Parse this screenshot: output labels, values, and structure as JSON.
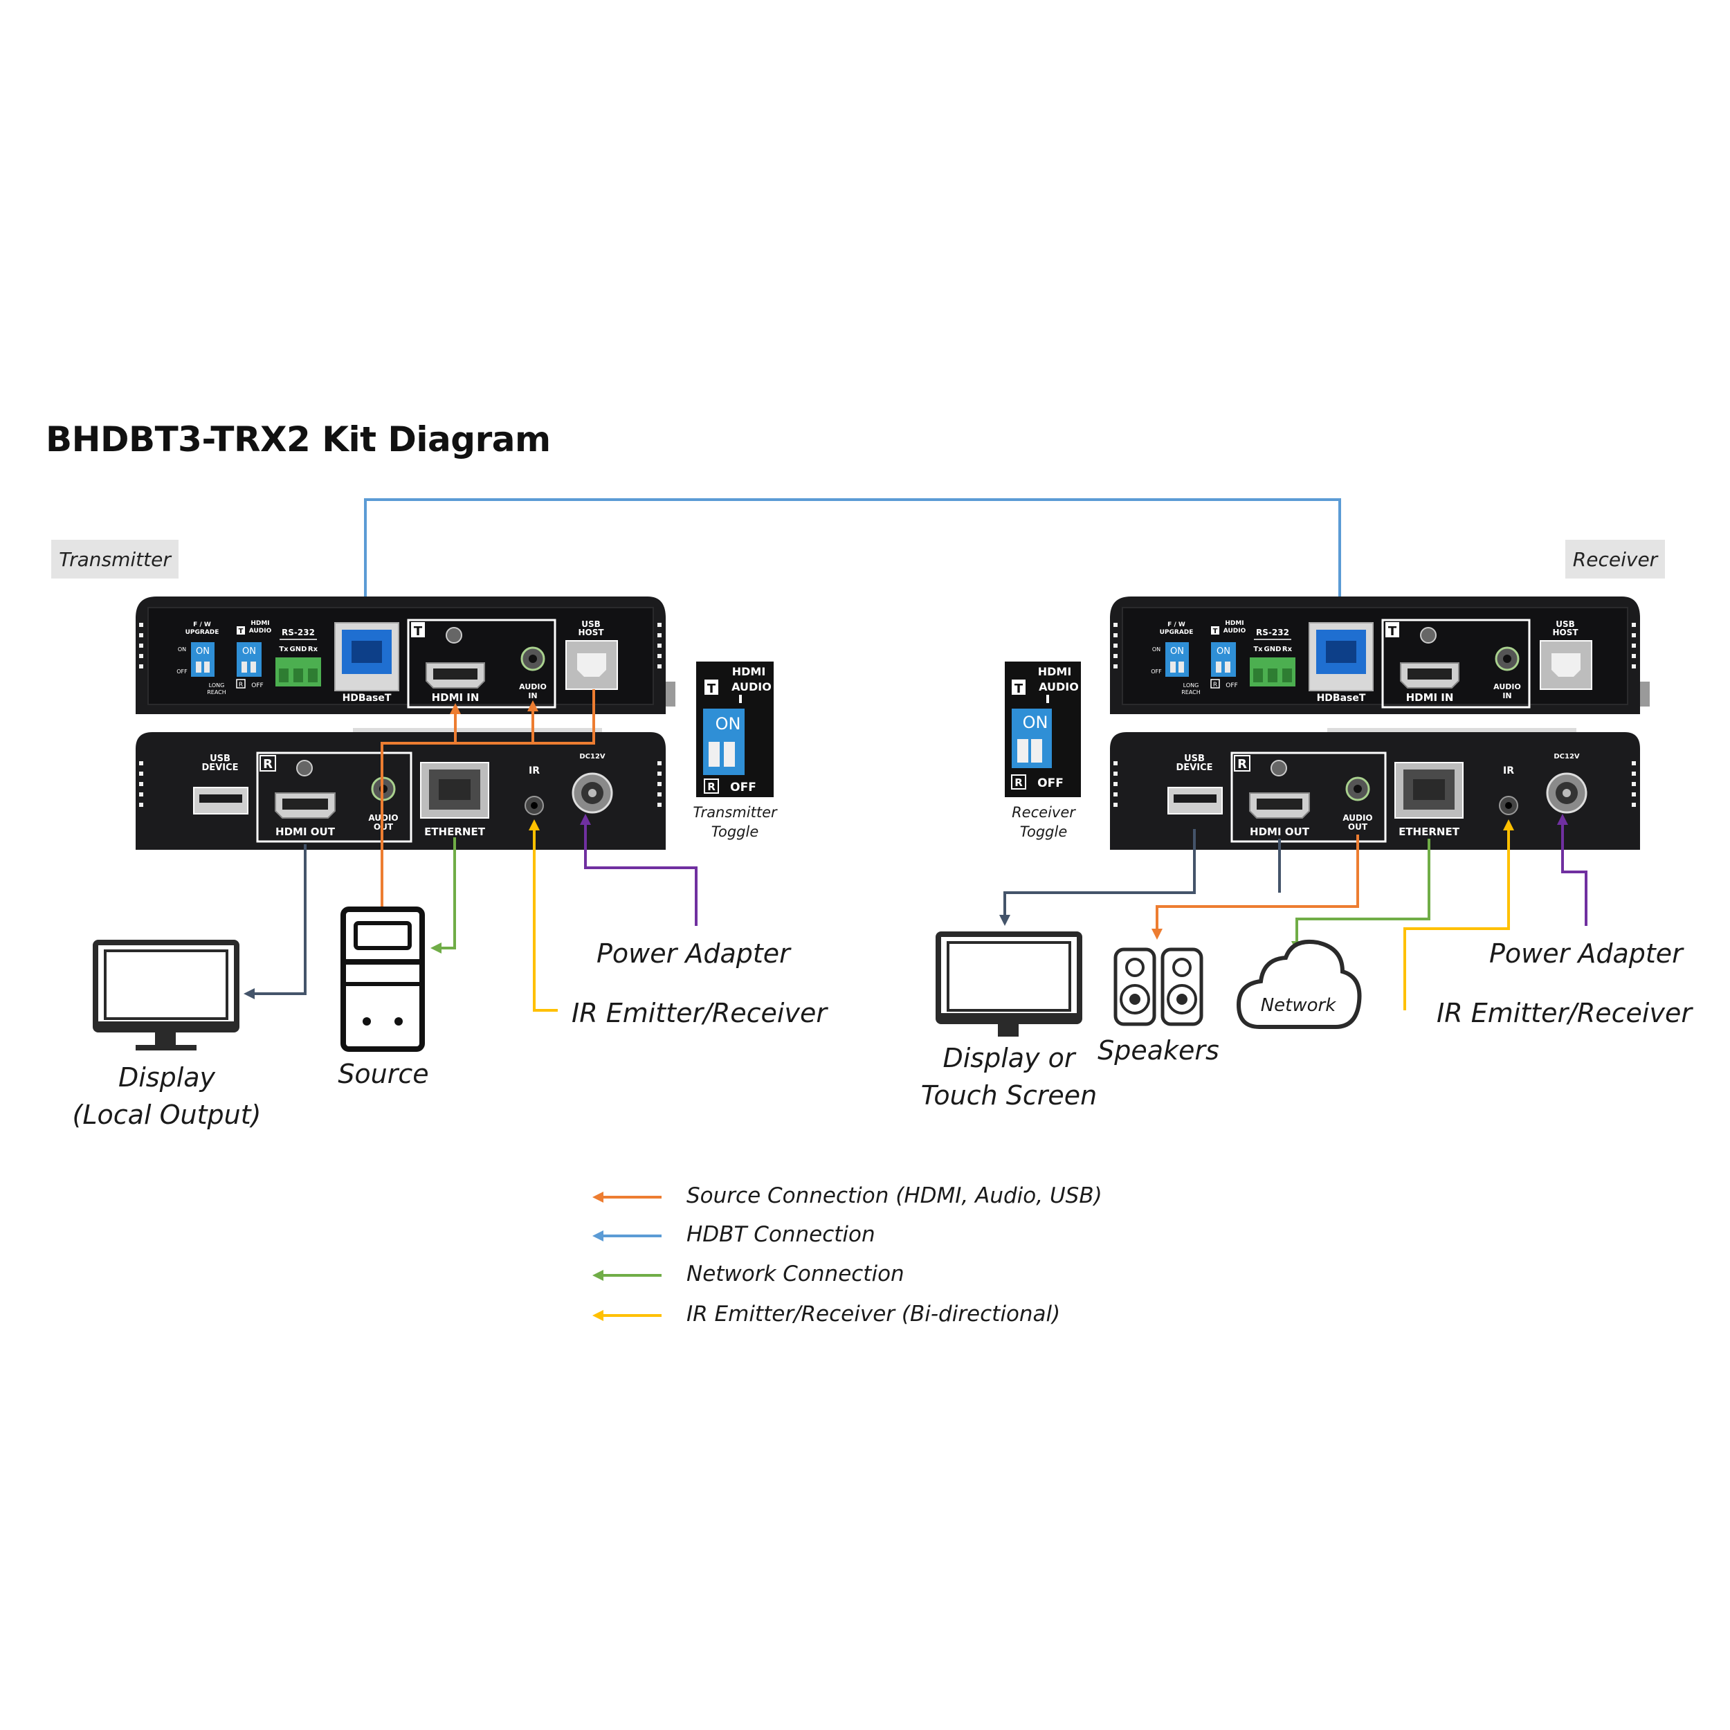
{
  "title": "BHDBT3-TRX2 Kit Diagram",
  "tags": {
    "transmitter": "Transmitter",
    "receiver": "Receiver"
  },
  "colors": {
    "source": "#ed7d31",
    "hdbt": "#5b9bd5",
    "network": "#70ad47",
    "ir": "#ffc000",
    "power": "#7030a0",
    "display_line": "#44546a",
    "device_body": "#1b1b1d",
    "dip_blue": "#2f8fd6",
    "terminal_green": "#4caf50"
  },
  "devices": {
    "tx_top": {
      "labels": {
        "fw": "F / W",
        "upgrade": "UPGRADE",
        "on": "ON",
        "off": "OFF",
        "long": "LONG",
        "reach": "REACH",
        "hdmi": "HDMI",
        "audio": "AUDIO",
        "rs232": "RS-232",
        "tx": "Tx",
        "gnd": "GND",
        "rx": "Rx",
        "t": "T",
        "r": "R",
        "hdbaset": "HDBaseT",
        "hdmi_in": "HDMI  IN",
        "audio_in_1": "AUDIO",
        "audio_in_2": "IN",
        "usb_host_1": "USB",
        "usb_host_2": "HOST"
      }
    },
    "tx_bottom": {
      "labels": {
        "usb_device_1": "USB",
        "usb_device_2": "DEVICE",
        "r": "R",
        "hdmi_out": "HDMI OUT",
        "audio_out_1": "AUDIO",
        "audio_out_2": "OUT",
        "ethernet": "ETHERNET",
        "ir": "IR",
        "dc12v": "DC12V"
      }
    }
  },
  "toggles": {
    "tx": {
      "hdmi": "HDMI",
      "audio": "AUDIO",
      "on": "ON",
      "off": "OFF",
      "t": "T",
      "r": "R",
      "caption_1": "Transmitter",
      "caption_2": "Toggle"
    },
    "rx": {
      "hdmi": "HDMI",
      "audio": "AUDIO",
      "on": "ON",
      "off": "OFF",
      "t": "T",
      "r": "R",
      "caption_1": "Receiver",
      "caption_2": "Toggle"
    }
  },
  "labels": {
    "tx_power": "Power Adapter",
    "tx_ir": "IR Emitter/Receiver",
    "tx_display_1": "Display",
    "tx_display_2": "(Local Output)",
    "tx_source": "Source",
    "rx_display_1": "Display or",
    "rx_display_2": "Touch Screen",
    "rx_speakers": "Speakers",
    "rx_network": "Network",
    "rx_power": "Power Adapter",
    "rx_ir": "IR Emitter/Receiver"
  },
  "legend": [
    {
      "text": "Source Connection (HDMI, Audio, USB)",
      "color": "#ed7d31"
    },
    {
      "text": "HDBT Connection",
      "color": "#5b9bd5"
    },
    {
      "text": "Network Connection",
      "color": "#70ad47"
    },
    {
      "text": "IR Emitter/Receiver (Bi-directional)",
      "color": "#ffc000"
    }
  ]
}
